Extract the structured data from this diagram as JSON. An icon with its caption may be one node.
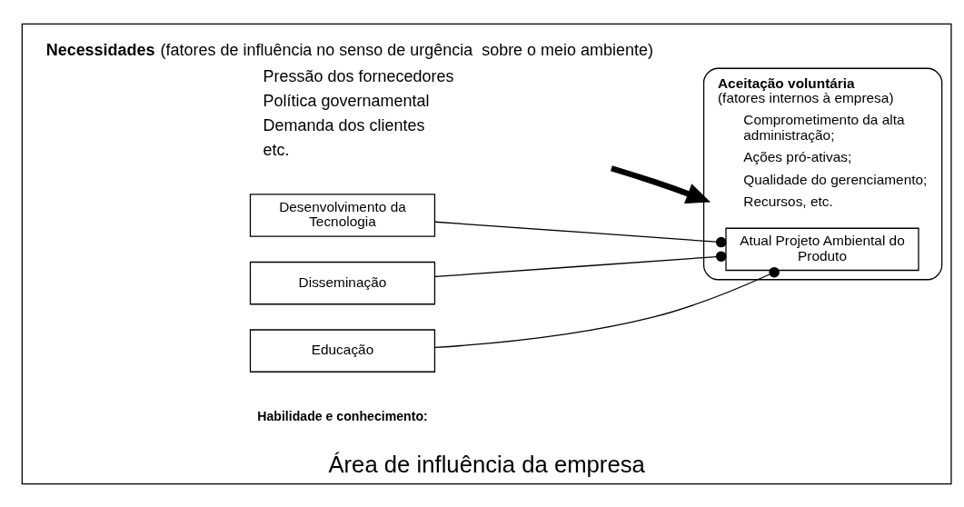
{
  "diagram": {
    "nodes": [
      {
        "text": [
          "Área de influência da empresa"
        ]
      },
      {
        "text": [
          "**Necessidades** (fatores de influência no senso de urgência  sobre o meio ambiente)",
          "Pressão dos fornecedores",
          "Política governamental",
          "Demanda dos clientes",
          "etc."
        ],
        "in": 0
      },
      {
        "text": [
          "**Aceitação voluntária** (fatores internos à empresa)",
          "Comprometimento da alta administração;",
          "Ações pró-ativas;",
          "Qualidade do gerenciamento;",
          "Recursos, etc."
        ],
        "in": 0
      },
      {
        "text": [
          "Desenvolvimento da Tecnologia"
        ],
        "in": 0
      },
      {
        "text": [
          "Disseminação"
        ],
        "in": 0
      },
      {
        "text": [
          "Educação"
        ],
        "in": 0
      },
      {
        "text": [
          "Atual Projeto Ambiental do Produto"
        ],
        "in": 2
      }
    ],
    "edges": [
      {
        "from": 1,
        "to": 2,
        "arrow": "to",
        "style": "thick"
      },
      {
        "from": 3,
        "to": 6,
        "arrow": "other"
      },
      {
        "from": 4,
        "to": 6,
        "arrow": "other"
      },
      {
        "from": 5,
        "to": 6,
        "arrow": "other"
      }
    ],
    "labels": [
      "Habilidade e conhecimento:"
    ]
  }
}
